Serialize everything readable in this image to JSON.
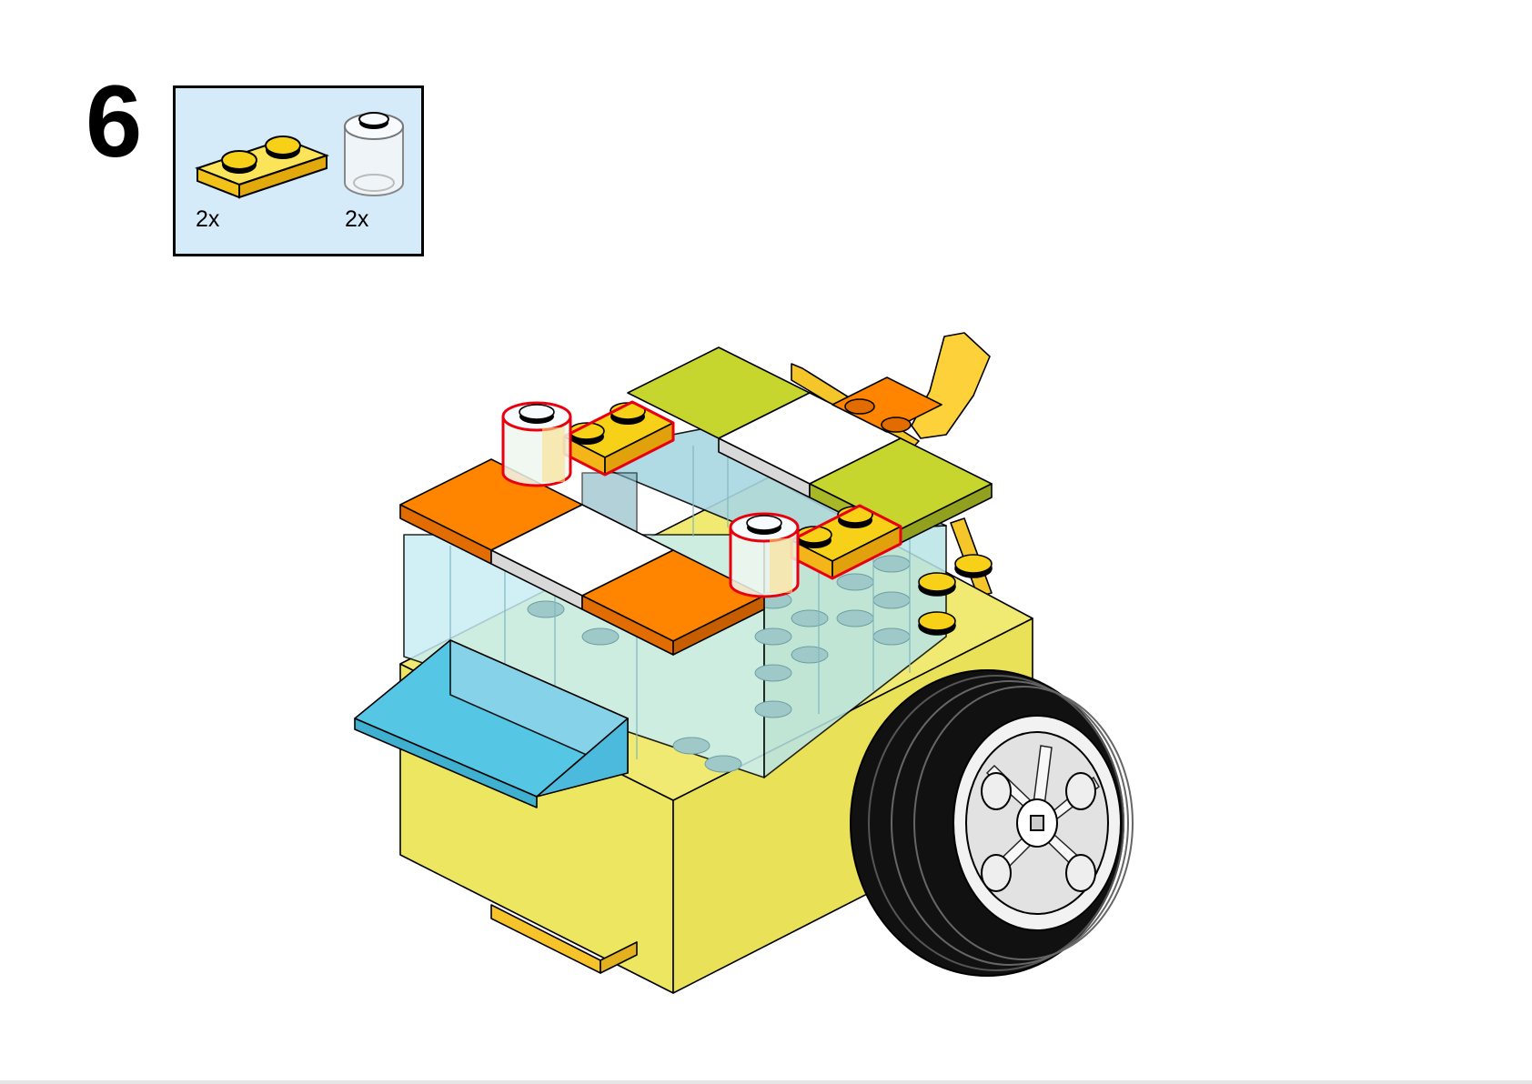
{
  "step": {
    "number": "6"
  },
  "parts": [
    {
      "name": "plate-1x2",
      "quantity": "2x",
      "color": "#f7d117"
    },
    {
      "name": "round-brick-1x1-transparent",
      "quantity": "2x",
      "color": "#e9f2f7"
    }
  ],
  "colors": {
    "parts_background": "#d6ebfa",
    "highlight": "#e8000c",
    "body_yellow": "#ede660",
    "orange": "#ff8500",
    "lime": "#c6d62e",
    "azure": "#55c7e4",
    "transparent_blue": "#c9eef5"
  }
}
